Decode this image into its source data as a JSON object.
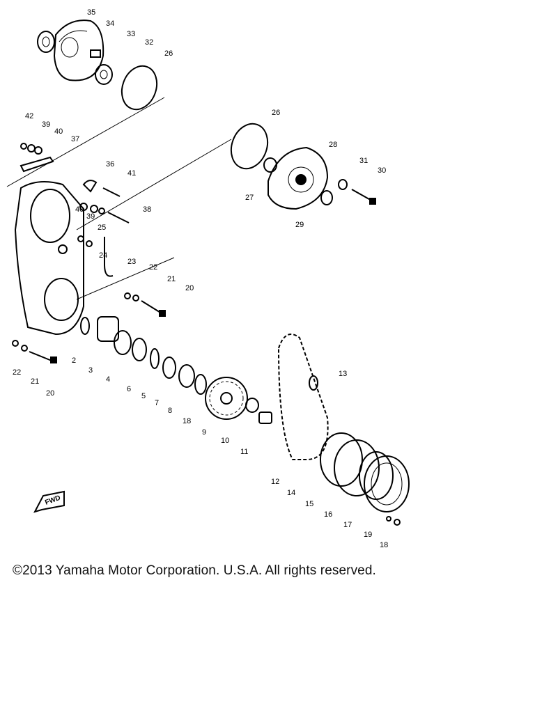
{
  "diagram": {
    "callouts": [
      "35",
      "34",
      "33",
      "32",
      "26",
      "26",
      "28",
      "31",
      "30",
      "27",
      "29",
      "42",
      "39",
      "40",
      "37",
      "36",
      "41",
      "40",
      "39",
      "38",
      "25",
      "24",
      "23",
      "22",
      "21",
      "20",
      "22",
      "21",
      "20",
      "2",
      "3",
      "4",
      "6",
      "5",
      "7",
      "8",
      "18",
      "9",
      "10",
      "11",
      "13",
      "12",
      "14",
      "15",
      "16",
      "17",
      "19",
      "18"
    ],
    "fwd_label": "FWD"
  },
  "footer": {
    "copyright": "©2013 Yamaha Motor Corporation. U.S.A. All rights reserved."
  }
}
